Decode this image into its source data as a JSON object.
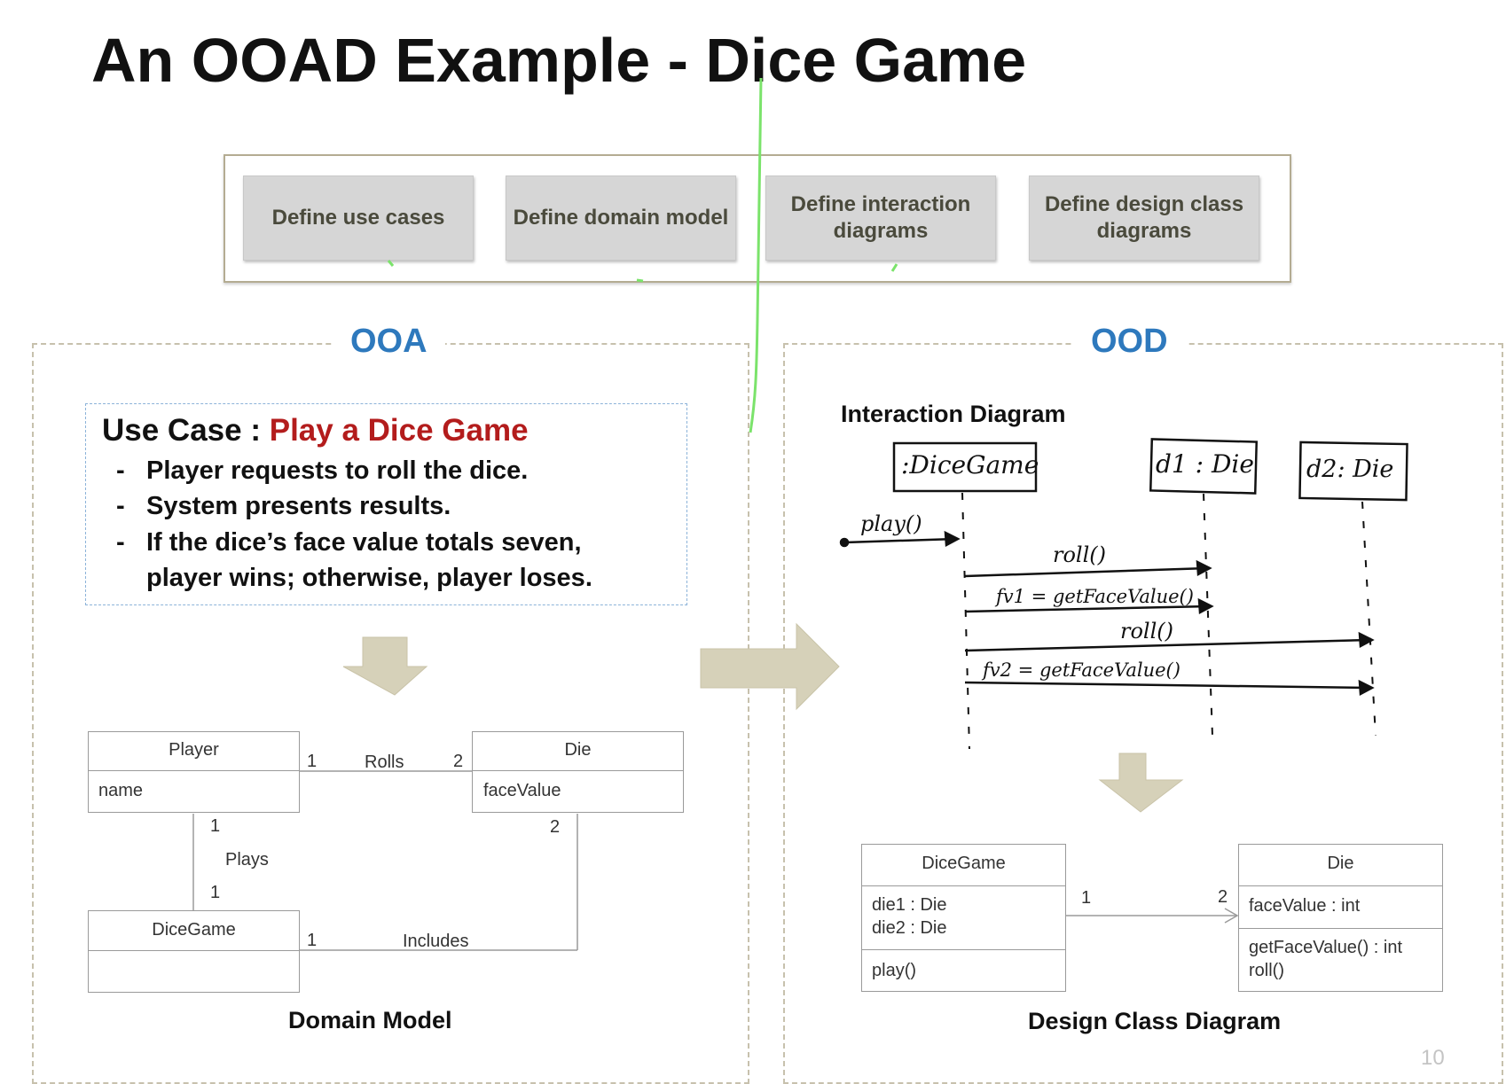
{
  "title": "An OOAD Example - Dice Game",
  "steps": [
    {
      "label": "Define use cases"
    },
    {
      "label": "Define domain model"
    },
    {
      "label": "Define interaction diagrams"
    },
    {
      "label": "Define design class diagrams"
    }
  ],
  "ooa": {
    "title": "OOA",
    "use_case": {
      "prefix": "Use Case : ",
      "name": "Play a Dice Game",
      "steps": [
        "Player requests to roll the dice.",
        "System presents results.",
        "If the dice’s face value totals seven,",
        "player wins; otherwise, player loses."
      ]
    },
    "domain_model": {
      "caption": "Domain Model",
      "classes": {
        "player": {
          "name": "Player",
          "attr": "name"
        },
        "die": {
          "name": "Die",
          "attr": "faceValue"
        },
        "dicegame": {
          "name": "DiceGame"
        }
      },
      "associations": {
        "rolls": {
          "label": "Rolls",
          "left": "1",
          "right": "2"
        },
        "plays": {
          "label": "Plays",
          "top": "1",
          "bottom": "1"
        },
        "includes": {
          "label": "Includes",
          "left": "1",
          "right": "2"
        }
      }
    }
  },
  "ood": {
    "title": "OOD",
    "interaction": {
      "caption": "Interaction Diagram",
      "lifelines": [
        ":DiceGame",
        "d1 : Die",
        "d2: Die"
      ],
      "messages": [
        "play()",
        "roll()",
        "fv1 = getFaceValue()",
        "roll()",
        "fv2 = getFaceValue()"
      ]
    },
    "design_class": {
      "caption": "Design Class Diagram",
      "dicegame": {
        "name": "DiceGame",
        "attrs": [
          "die1 : Die",
          "die2 : Die"
        ],
        "ops": [
          "play()"
        ]
      },
      "die": {
        "name": "Die",
        "attrs": [
          "faceValue : int"
        ],
        "ops": [
          "getFaceValue() : int",
          "roll()"
        ]
      },
      "multiplicity_left": "1",
      "multiplicity_right": "2"
    }
  },
  "page_number": "10",
  "colors": {
    "ooa_ood_title": "#2e79bd",
    "use_case_name": "#b31c1c",
    "arrow_fill": "#d6d1b9",
    "annotation_green": "#7be36b"
  }
}
